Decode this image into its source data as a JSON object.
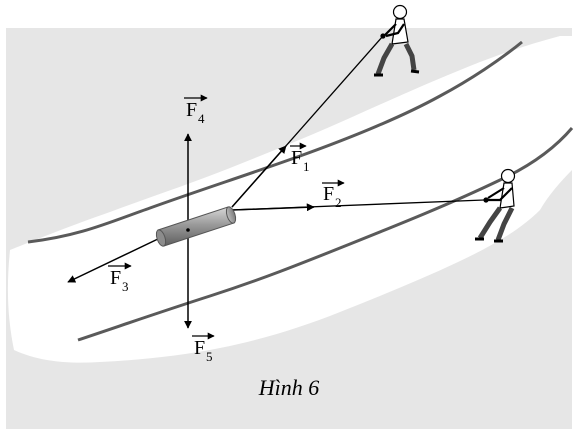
{
  "caption": "Hình 6",
  "forces": [
    {
      "letter": "F",
      "sub": "1"
    },
    {
      "letter": "F",
      "sub": "2"
    },
    {
      "letter": "F",
      "sub": "3"
    },
    {
      "letter": "F",
      "sub": "4"
    },
    {
      "letter": "F",
      "sub": "5"
    }
  ],
  "colors": {
    "background_panel": "#e6e6e6",
    "river": "#ffffff",
    "riverbank_line": "#5a5a5a",
    "arrow": "#000000",
    "log": "#8a8a8a"
  }
}
